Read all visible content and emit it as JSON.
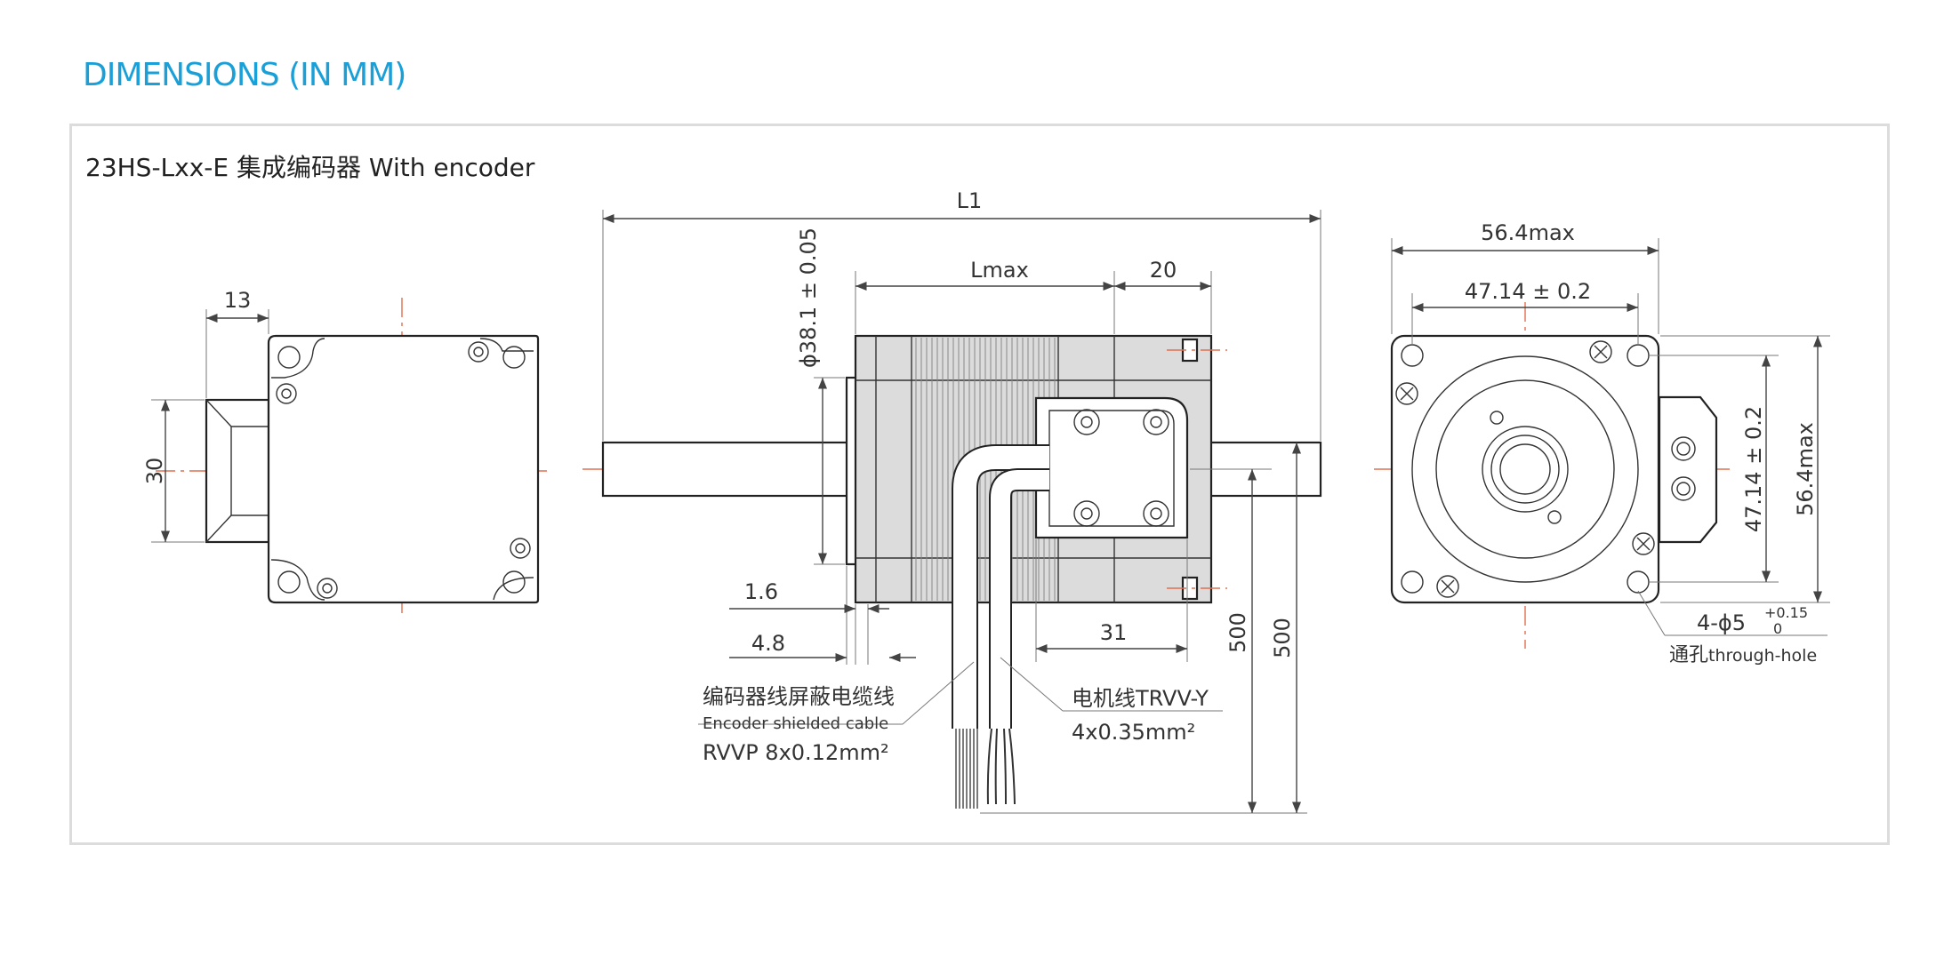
{
  "header": {
    "title": "DIMENSIONS (IN MM)"
  },
  "subtitle": "23HS-Lxx-E 集成编码器  With encoder",
  "left_view": {
    "dim_width": "13",
    "dim_height": "30"
  },
  "side_view": {
    "dim_L1": "L1",
    "dim_Lmax": "Lmax",
    "dim_20": "20",
    "dim_phi": "ϕ38.1 ± 0.05",
    "dim_1_6": "1.6",
    "dim_4_8": "4.8",
    "dim_31": "31",
    "dim_500_a": "500",
    "dim_500_b": "500",
    "encoder_cable_cn": "编码器线屏蔽电缆线",
    "encoder_cable_en": "Encoder shielded cable",
    "encoder_cable_spec": "RVVP 8x0.12mm²",
    "motor_cable_cn": "电机线TRVV-Y",
    "motor_cable_spec": "4x0.35mm²"
  },
  "front_view": {
    "dim_56_4_top": "56.4max",
    "dim_47_14_top": "47.14 ± 0.2",
    "dim_47_14_side": "47.14 ± 0.2",
    "dim_56_4_side": "56.4max",
    "hole_spec": "4-ϕ5",
    "tol_upper": "+0.15",
    "tol_lower": "0",
    "hole_note_cn": "通孔",
    "hole_note_en": "through-hole"
  },
  "colors": {
    "title": "#1aa0d8",
    "centerline": "#e07050",
    "motor_fill": "#dcdcdc",
    "frame": "#dcdcdc"
  }
}
